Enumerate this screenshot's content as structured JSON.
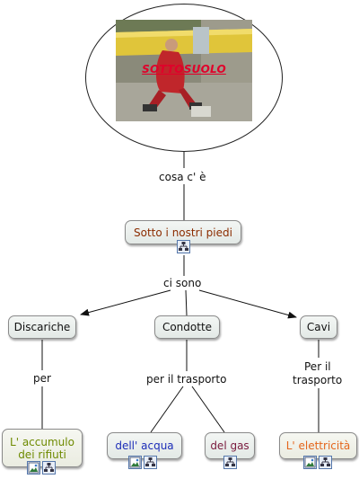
{
  "top_image": {
    "title": "SOTTOSUOLO"
  },
  "nodes": {
    "sotto": "Sotto i nostri piedi",
    "discariche": "Discariche",
    "condotte": "Condotte",
    "cavi": "Cavi",
    "accumulo": "L' accumulo dei rifiuti",
    "acqua": "dell' acqua",
    "gas": "del gas",
    "elettricita": "L' elettricità"
  },
  "links": {
    "cosa": "cosa c' è",
    "ci_sono": "ci sono",
    "per": "per",
    "per_trasporto": "per il trasporto",
    "per_il": "Per il",
    "trasporto": "trasporto"
  },
  "colors": {
    "sotto": "#8b2c00",
    "accumulo": "#6e8a00",
    "acqua": "#1c2db8",
    "gas": "#7a1b3e",
    "elettricita": "#e4661c",
    "photo_title": "#e0002a"
  },
  "icons": {
    "image": "image-resource-icon",
    "concept_map": "concept-map-icon"
  }
}
